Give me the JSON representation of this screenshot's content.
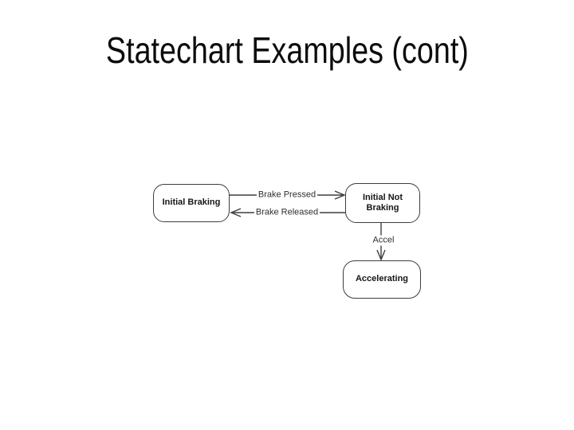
{
  "slide": {
    "title": "Statechart Examples (cont)"
  },
  "diagram": {
    "type": "statechart",
    "states": [
      {
        "id": "initial-braking",
        "label": "Initial Braking"
      },
      {
        "id": "initial-not-braking",
        "label": "Initial Not Braking"
      },
      {
        "id": "accelerating",
        "label": "Accelerating"
      }
    ],
    "transitions": [
      {
        "label": "Brake Pressed",
        "from": "Initial Braking",
        "to": "Initial Not Braking",
        "direction": "right"
      },
      {
        "label": "Brake Released",
        "from": "Initial Not Braking",
        "to": "Initial Braking",
        "direction": "left"
      },
      {
        "label": "Accel",
        "from": "Initial Not Braking",
        "to": "Accelerating",
        "direction": "down"
      }
    ]
  },
  "theme": {
    "background": "#ffffff",
    "title_color": "#0c0c0c",
    "line_color": "#3d3d3d",
    "state_border_color": "#3d3d3d",
    "state_fill": "#ffffff",
    "state_text_color": "#161616",
    "label_color": "#2f2f2f"
  }
}
